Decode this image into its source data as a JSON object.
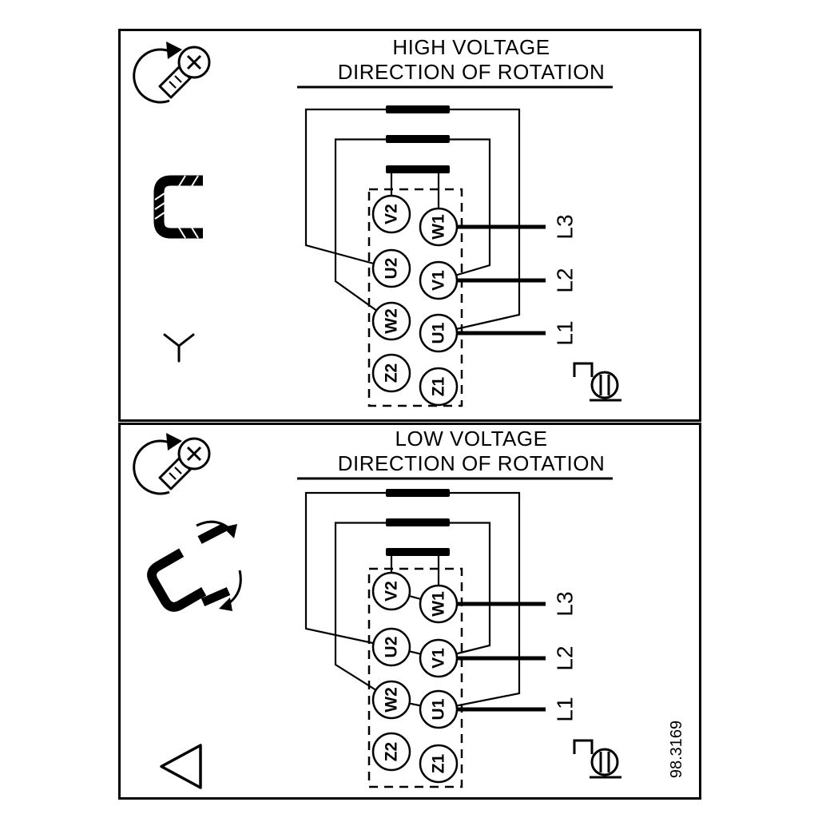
{
  "drawing_number": "98.3169",
  "colors": {
    "ink": "#000000",
    "paper": "#ffffff"
  },
  "hv": {
    "title": "HIGH VOLTAGE",
    "subtitle": "DIRECTION OF ROTATION",
    "connection": "star",
    "left_terminals": [
      "V2",
      "U2",
      "W2",
      "Z2"
    ],
    "right_terminals": [
      "W1",
      "V1",
      "U1",
      "Z1"
    ],
    "line_labels": [
      "L3",
      "L2",
      "L1"
    ]
  },
  "lv": {
    "title": "LOW VOLTAGE",
    "subtitle": "DIRECTION OF ROTATION",
    "connection": "delta",
    "left_terminals": [
      "V2",
      "U2",
      "W2",
      "Z2"
    ],
    "right_terminals": [
      "W1",
      "V1",
      "U1",
      "Z1"
    ],
    "line_labels": [
      "L3",
      "L2",
      "L1"
    ]
  },
  "icons": {
    "screw_torque": "screw-torque-icon",
    "jumper_bracket": "jumper-bracket-icon",
    "jumper_rearrange": "jumper-rearrange-icon",
    "star_symbol": "star-symbol-icon",
    "delta_symbol": "delta-symbol-icon",
    "terminal_screw": "terminal-screw-icon"
  }
}
